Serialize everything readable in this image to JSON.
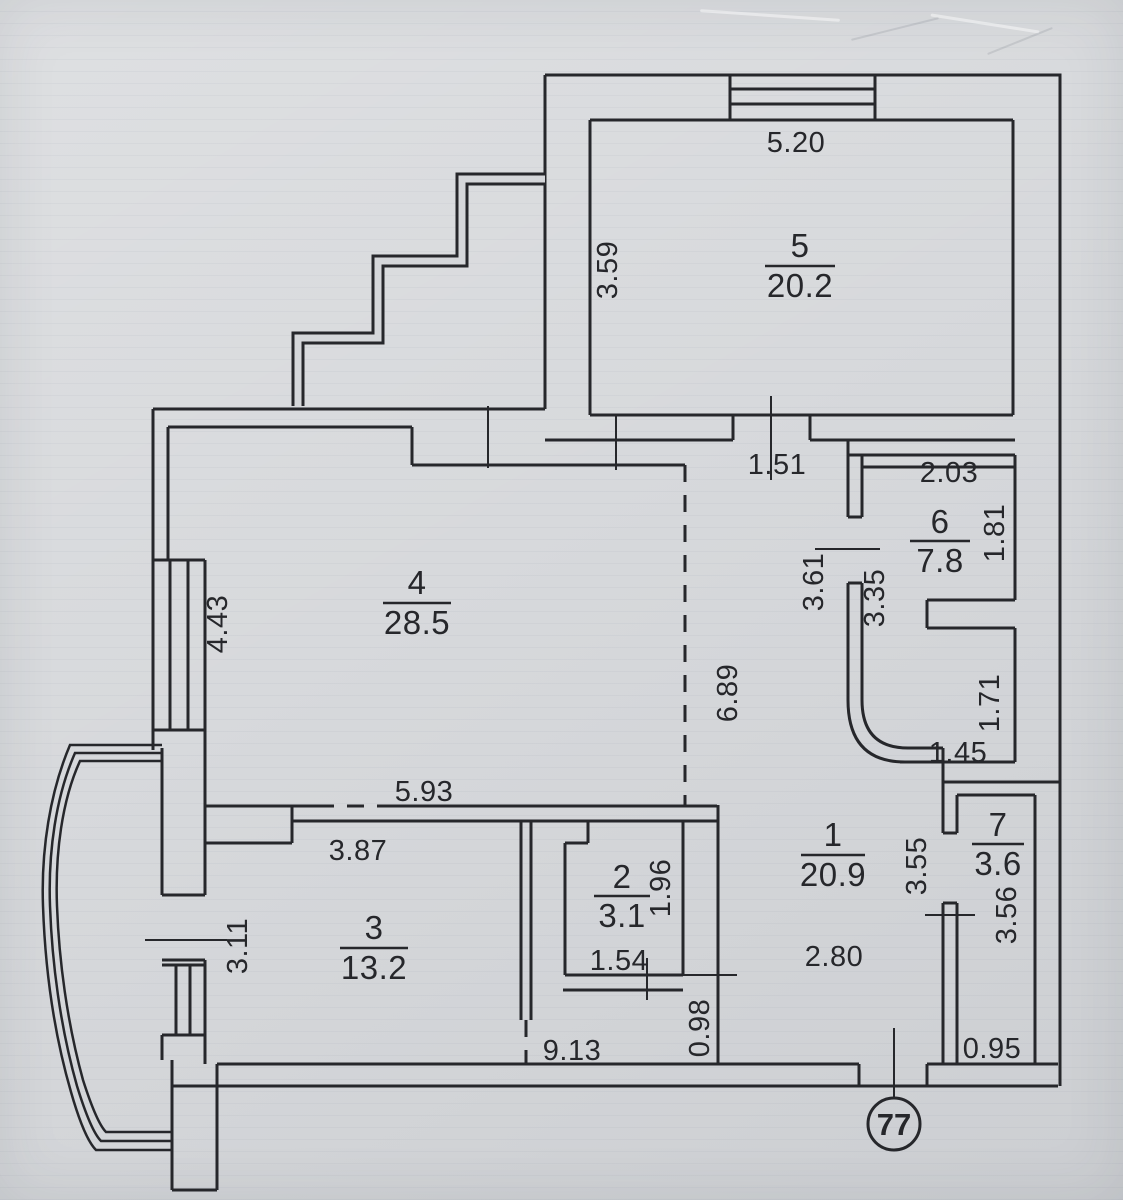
{
  "rooms": {
    "r1": {
      "number": "1",
      "area": "20.9"
    },
    "r2": {
      "number": "2",
      "area": "3.1"
    },
    "r3": {
      "number": "3",
      "area": "13.2"
    },
    "r4": {
      "number": "4",
      "area": "28.5"
    },
    "r5": {
      "number": "5",
      "area": "20.2"
    },
    "r6": {
      "number": "6",
      "area": "7.8"
    },
    "r7": {
      "number": "7",
      "area": "3.6"
    }
  },
  "dims": {
    "room5_top_width": "5.20",
    "room5_height": "3.59",
    "hall_door_width": "1.51",
    "room6_width": "2.03",
    "room6_height": "1.81",
    "hall_seg1": "3.61",
    "room6_left_height": "3.35",
    "alcove_height": "1.71",
    "alcove_width": "1.45",
    "room4_height": "4.43",
    "room4_width": "5.93",
    "hall_seg2": "6.89",
    "room3_width": "3.87",
    "room3_height": "3.11",
    "room2_height": "1.96",
    "room2_width": "1.54",
    "passage_width": "0.98",
    "room1_width": "2.80",
    "room1_right_height": "3.55",
    "room7_height": "3.56",
    "room7_bottom_width": "0.95",
    "bottom_width": "9.13"
  },
  "apartment": {
    "number": "77"
  },
  "colors": {
    "paper": "#d5d7da",
    "ink": "#26272b"
  }
}
